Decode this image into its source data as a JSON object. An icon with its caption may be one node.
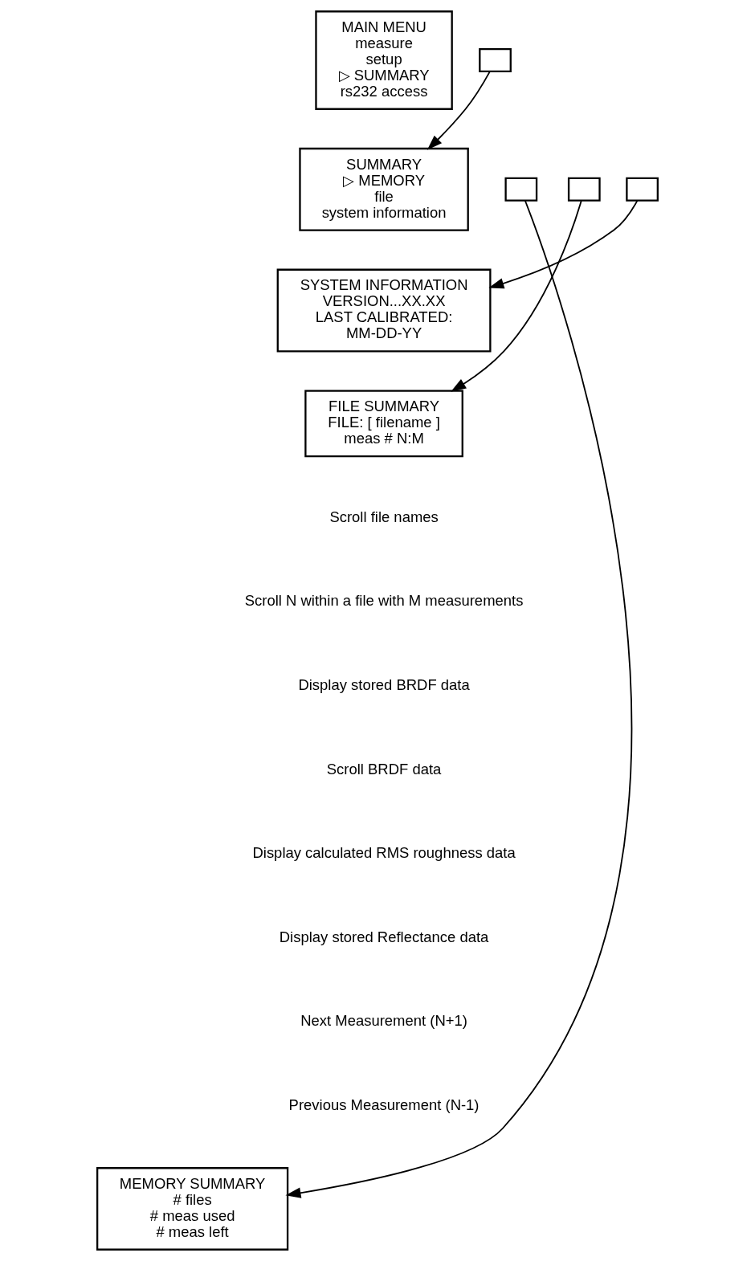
{
  "diagram": {
    "nodes": [
      {
        "text": [
          "MAIN MENU",
          "measure",
          "setup",
          "▷ SUMMARY",
          "rs232 access"
        ]
      },
      {
        "text": [],
        "shape": "box"
      },
      {
        "text": [
          "SUMMARY",
          "▷ MEMORY",
          "file",
          "system information"
        ]
      },
      {
        "text": [],
        "shape": "box"
      },
      {
        "text": [],
        "shape": "box"
      },
      {
        "text": [],
        "shape": "box"
      },
      {
        "text": [
          "SYSTEM INFORMATION",
          "VERSION...XX.XX",
          "LAST CALIBRATED:",
          "MM-DD-YY"
        ]
      },
      {
        "text": [
          "FILE SUMMARY",
          "FILE: [ filename ]",
          "meas # N:M"
        ]
      },
      {
        "text": [
          "MEMORY SUMMARY",
          "# files",
          "# meas used",
          "# meas left"
        ]
      }
    ],
    "edges": [
      {
        "from": 1,
        "to": 2,
        "arrow": "to"
      },
      {
        "from": 5,
        "to": 6,
        "arrow": "to"
      },
      {
        "from": 4,
        "to": 7,
        "arrow": "to"
      },
      {
        "from": 3,
        "to": 8,
        "arrow": "to"
      }
    ],
    "labels": [
      "Scroll file names",
      "Scroll N within a file with M measurements",
      "Display stored BRDF data",
      "Scroll BRDF data",
      "Display calculated RMS roughness data",
      "Display stored Reflectance data",
      "Next Measurement (N+1)",
      "Previous Measurement (N-1)"
    ]
  }
}
